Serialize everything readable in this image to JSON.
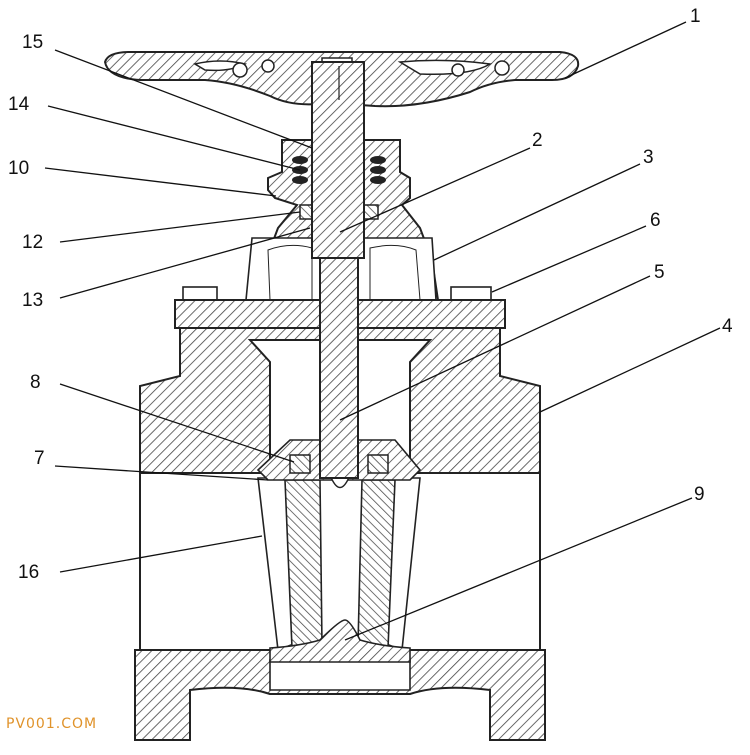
{
  "figure": {
    "kind": "gate valve cross-section",
    "callouts": [
      {
        "id": "c1",
        "label": "1"
      },
      {
        "id": "c15",
        "label": "15"
      },
      {
        "id": "c2",
        "label": "2"
      },
      {
        "id": "c14",
        "label": "14"
      },
      {
        "id": "c3",
        "label": "3"
      },
      {
        "id": "c10",
        "label": "10"
      },
      {
        "id": "c6",
        "label": "6"
      },
      {
        "id": "c12",
        "label": "12"
      },
      {
        "id": "c13",
        "label": "13"
      },
      {
        "id": "c5",
        "label": "5"
      },
      {
        "id": "c4",
        "label": "4"
      },
      {
        "id": "c8",
        "label": "8"
      },
      {
        "id": "c7",
        "label": "7"
      },
      {
        "id": "c9",
        "label": "9"
      },
      {
        "id": "c16",
        "label": "16"
      }
    ]
  },
  "watermark": {
    "text": "PV001.COM",
    "color": "#e0932b"
  },
  "colors": {
    "line": "#222222",
    "hatch": "#444444",
    "fill": "#ffffff"
  }
}
